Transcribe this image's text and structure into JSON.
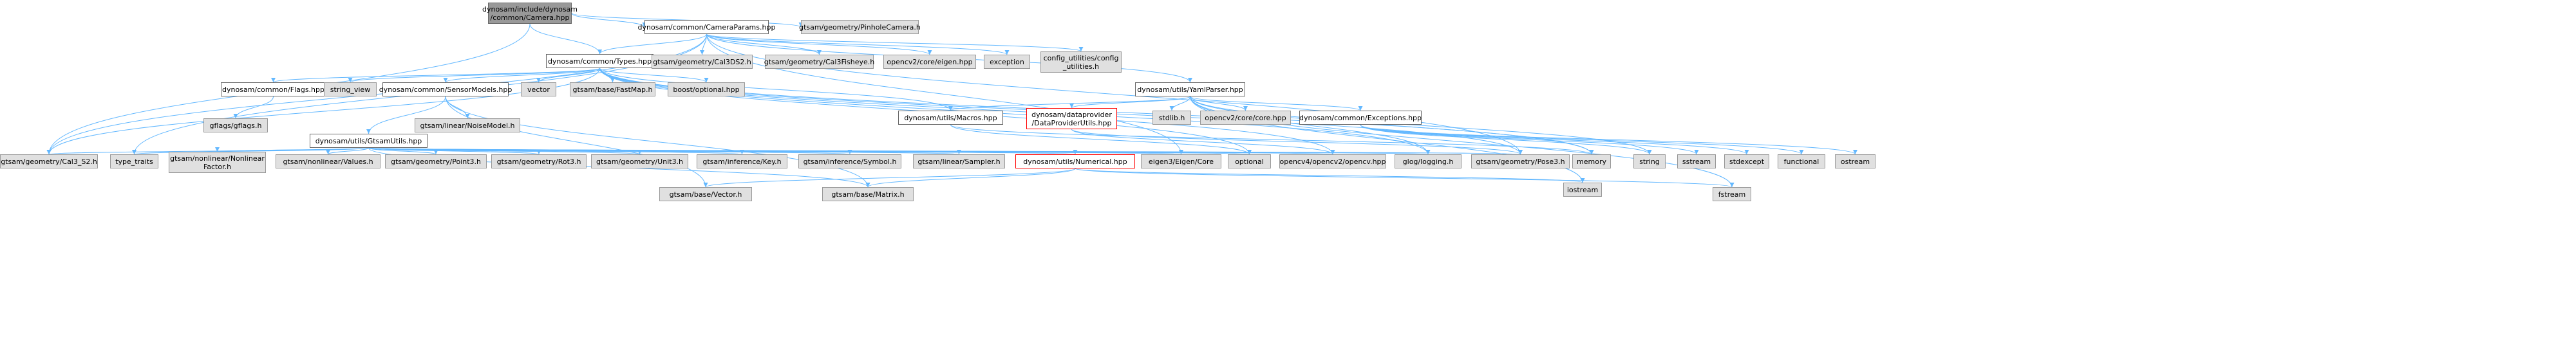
{
  "root": "dynosam/include/dynosam/common/Camera.hpp",
  "nodes": {
    "root": {
      "lines": [
        "dynosam/include/dynosam",
        "/common/Camera.hpp"
      ],
      "style": "root"
    },
    "camera_params": {
      "lines": [
        "dynosam/common/CameraParams.hpp"
      ],
      "style": "white"
    },
    "pinhole_camera": {
      "lines": [
        "gtsam/geometry/PinholeCamera.h"
      ],
      "style": "grey"
    },
    "types": {
      "lines": [
        "dynosam/common/Types.hpp"
      ],
      "style": "white"
    },
    "cal3ds2": {
      "lines": [
        "gtsam/geometry/Cal3DS2.h"
      ],
      "style": "grey"
    },
    "cal3fisheye": {
      "lines": [
        "gtsam/geometry/Cal3Fisheye.h"
      ],
      "style": "grey"
    },
    "opencv_eigen": {
      "lines": [
        "opencv2/core/eigen.hpp"
      ],
      "style": "grey"
    },
    "exception": {
      "lines": [
        "exception"
      ],
      "style": "grey"
    },
    "config_utilities": {
      "lines": [
        "config_utilities/config",
        "_utilities.h"
      ],
      "style": "grey"
    },
    "yaml_parser": {
      "lines": [
        "dynosam/utils/YamlParser.hpp"
      ],
      "style": "white"
    },
    "flags": {
      "lines": [
        "dynosam/common/Flags.hpp"
      ],
      "style": "white"
    },
    "string_view": {
      "lines": [
        "string_view"
      ],
      "style": "grey"
    },
    "sensor_models": {
      "lines": [
        "dynosam/common/SensorModels.hpp"
      ],
      "style": "white"
    },
    "vector": {
      "lines": [
        "vector"
      ],
      "style": "grey"
    },
    "fastmap": {
      "lines": [
        "gtsam/base/FastMap.h"
      ],
      "style": "grey"
    },
    "boost_optional": {
      "lines": [
        "boost/optional.hpp"
      ],
      "style": "grey"
    },
    "macros": {
      "lines": [
        "dynosam/utils/Macros.hpp"
      ],
      "style": "white"
    },
    "dataprovider_utils": {
      "lines": [
        "dynosam/dataprovider",
        "/DataProviderUtils.hpp"
      ],
      "style": "red"
    },
    "stdlib": {
      "lines": [
        "stdlib.h"
      ],
      "style": "grey"
    },
    "opencv_core": {
      "lines": [
        "opencv2/core/core.hpp"
      ],
      "style": "grey"
    },
    "exceptions": {
      "lines": [
        "dynosam/common/Exceptions.hpp"
      ],
      "style": "white"
    },
    "gflags": {
      "lines": [
        "gflags/gflags.h"
      ],
      "style": "grey"
    },
    "noise_model": {
      "lines": [
        "gtsam/linear/NoiseModel.h"
      ],
      "style": "grey"
    },
    "gtsam_utils": {
      "lines": [
        "dynosam/utils/GtsamUtils.hpp"
      ],
      "style": "white"
    },
    "cal3_s2": {
      "lines": [
        "gtsam/geometry/Cal3_S2.h"
      ],
      "style": "grey"
    },
    "type_traits": {
      "lines": [
        "type_traits"
      ],
      "style": "grey"
    },
    "nonlinear_factor": {
      "lines": [
        "gtsam/nonlinear/Nonlinear",
        "Factor.h"
      ],
      "style": "grey"
    },
    "values": {
      "lines": [
        "gtsam/nonlinear/Values.h"
      ],
      "style": "grey"
    },
    "point3": {
      "lines": [
        "gtsam/geometry/Point3.h"
      ],
      "style": "grey"
    },
    "rot3": {
      "lines": [
        "gtsam/geometry/Rot3.h"
      ],
      "style": "grey"
    },
    "unit3": {
      "lines": [
        "gtsam/geometry/Unit3.h"
      ],
      "style": "grey"
    },
    "key": {
      "lines": [
        "gtsam/inference/Key.h"
      ],
      "style": "grey"
    },
    "symbol": {
      "lines": [
        "gtsam/inference/Symbol.h"
      ],
      "style": "grey"
    },
    "sampler": {
      "lines": [
        "gtsam/linear/Sampler.h"
      ],
      "style": "grey"
    },
    "numerical": {
      "lines": [
        "dynosam/utils/Numerical.hpp"
      ],
      "style": "red"
    },
    "eigen_core": {
      "lines": [
        "eigen3/Eigen/Core"
      ],
      "style": "grey"
    },
    "optional": {
      "lines": [
        "optional"
      ],
      "style": "grey"
    },
    "opencv": {
      "lines": [
        "opencv4/opencv2/opencv.hpp"
      ],
      "style": "grey"
    },
    "glog": {
      "lines": [
        "glog/logging.h"
      ],
      "style": "grey"
    },
    "pose3": {
      "lines": [
        "gtsam/geometry/Pose3.h"
      ],
      "style": "grey"
    },
    "memory": {
      "lines": [
        "memory"
      ],
      "style": "grey"
    },
    "string": {
      "lines": [
        "string"
      ],
      "style": "grey"
    },
    "sstream": {
      "lines": [
        "sstream"
      ],
      "style": "grey"
    },
    "stdexcept": {
      "lines": [
        "stdexcept"
      ],
      "style": "grey"
    },
    "functional": {
      "lines": [
        "functional"
      ],
      "style": "grey"
    },
    "ostream": {
      "lines": [
        "ostream"
      ],
      "style": "grey"
    },
    "vector_h": {
      "lines": [
        "gtsam/base/Vector.h"
      ],
      "style": "grey"
    },
    "matrix_h": {
      "lines": [
        "gtsam/base/Matrix.h"
      ],
      "style": "grey"
    },
    "iostream": {
      "lines": [
        "iostream"
      ],
      "style": "grey"
    },
    "fstream": {
      "lines": [
        "fstream"
      ],
      "style": "grey"
    }
  },
  "edges": [
    [
      "root",
      "camera_params"
    ],
    [
      "root",
      "pinhole_camera"
    ],
    [
      "root",
      "types"
    ],
    [
      "root",
      "cal3_s2"
    ],
    [
      "camera_params",
      "types"
    ],
    [
      "camera_params",
      "cal3ds2"
    ],
    [
      "camera_params",
      "cal3fisheye"
    ],
    [
      "camera_params",
      "opencv_eigen"
    ],
    [
      "camera_params",
      "exception"
    ],
    [
      "camera_params",
      "config_utilities"
    ],
    [
      "camera_params",
      "yaml_parser"
    ],
    [
      "camera_params",
      "cal3_s2"
    ],
    [
      "camera_params",
      "type_traits"
    ],
    [
      "camera_params",
      "eigen_core"
    ],
    [
      "camera_params",
      "pose3"
    ],
    [
      "types",
      "flags"
    ],
    [
      "types",
      "string_view"
    ],
    [
      "types",
      "sensor_models"
    ],
    [
      "types",
      "vector"
    ],
    [
      "types",
      "fastmap"
    ],
    [
      "types",
      "boost_optional"
    ],
    [
      "types",
      "macros"
    ],
    [
      "types",
      "optional"
    ],
    [
      "types",
      "opencv"
    ],
    [
      "types",
      "glog"
    ],
    [
      "types",
      "pose3"
    ],
    [
      "types",
      "memory"
    ],
    [
      "types",
      "cal3_s2"
    ],
    [
      "yaml_parser",
      "macros"
    ],
    [
      "yaml_parser",
      "dataprovider_utils"
    ],
    [
      "yaml_parser",
      "stdlib"
    ],
    [
      "yaml_parser",
      "opencv_core"
    ],
    [
      "yaml_parser",
      "exceptions"
    ],
    [
      "yaml_parser",
      "glog"
    ],
    [
      "yaml_parser",
      "memory"
    ],
    [
      "yaml_parser",
      "string"
    ],
    [
      "yaml_parser",
      "iostream"
    ],
    [
      "yaml_parser",
      "fstream"
    ],
    [
      "flags",
      "gflags"
    ],
    [
      "sensor_models",
      "noise_model"
    ],
    [
      "sensor_models",
      "gtsam_utils"
    ],
    [
      "sensor_models",
      "vector_h"
    ],
    [
      "sensor_models",
      "matrix_h"
    ],
    [
      "macros",
      "optional"
    ],
    [
      "macros",
      "memory"
    ],
    [
      "dataprovider_utils",
      "opencv"
    ],
    [
      "dataprovider_utils",
      "pose3"
    ],
    [
      "exceptions",
      "string"
    ],
    [
      "exceptions",
      "sstream"
    ],
    [
      "exceptions",
      "stdexcept"
    ],
    [
      "exceptions",
      "functional"
    ],
    [
      "exceptions",
      "ostream"
    ],
    [
      "gtsam_utils",
      "cal3_s2"
    ],
    [
      "gtsam_utils",
      "type_traits"
    ],
    [
      "gtsam_utils",
      "nonlinear_factor"
    ],
    [
      "gtsam_utils",
      "values"
    ],
    [
      "gtsam_utils",
      "point3"
    ],
    [
      "gtsam_utils",
      "rot3"
    ],
    [
      "gtsam_utils",
      "unit3"
    ],
    [
      "gtsam_utils",
      "key"
    ],
    [
      "gtsam_utils",
      "symbol"
    ],
    [
      "gtsam_utils",
      "sampler"
    ],
    [
      "gtsam_utils",
      "numerical"
    ],
    [
      "gtsam_utils",
      "eigen_core"
    ],
    [
      "gtsam_utils",
      "optional"
    ],
    [
      "gtsam_utils",
      "opencv"
    ],
    [
      "gtsam_utils",
      "glog"
    ],
    [
      "gtsam_utils",
      "pose3"
    ],
    [
      "gtsam_utils",
      "matrix_h"
    ],
    [
      "numerical",
      "vector_h"
    ],
    [
      "numerical",
      "matrix_h"
    ],
    [
      "numerical",
      "iostream"
    ],
    [
      "numerical",
      "fstream"
    ]
  ],
  "colors": {
    "edge": "#63b8ff",
    "root_fill": "#999999",
    "node_fill": "#e0e0e0",
    "red_border": "#ff0000"
  }
}
